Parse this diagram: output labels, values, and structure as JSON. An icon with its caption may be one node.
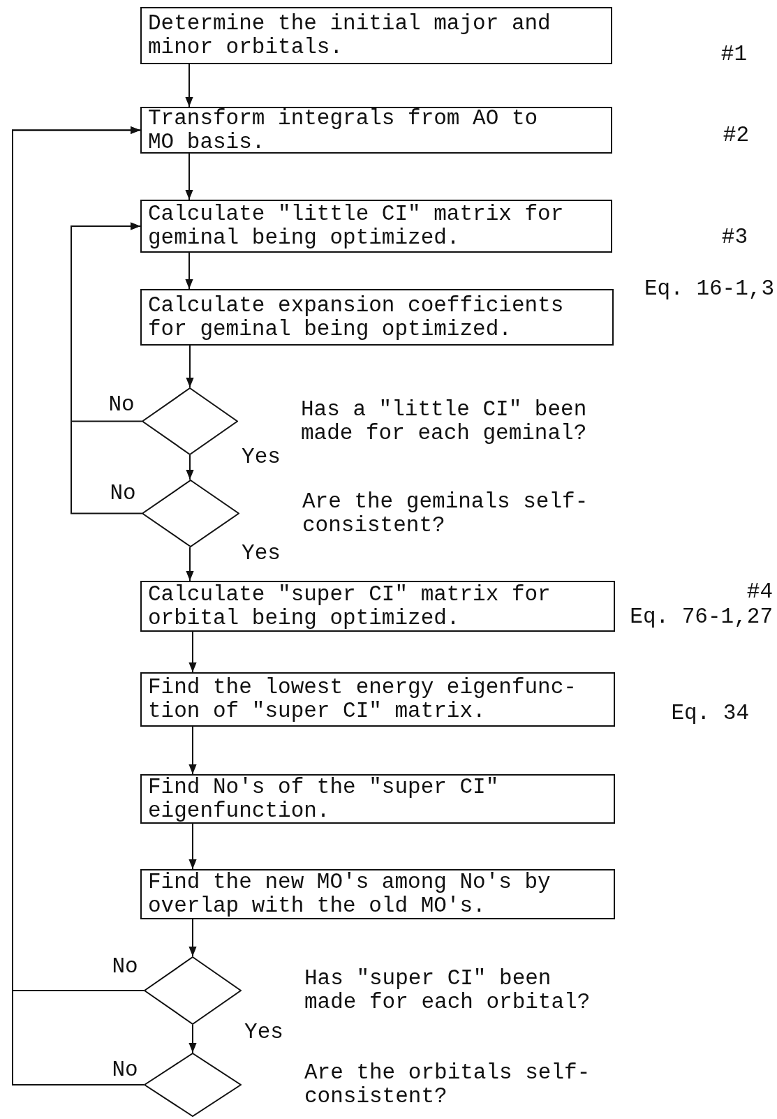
{
  "diagram": {
    "nodes": [
      {
        "text": [
          "Determine the initial major and minor orbitals."
        ]
      },
      {
        "text": [
          "Transform integrals from AO to MO basis."
        ]
      },
      {
        "text": [
          "Calculate \"little CI\" matrix for geminal being optimized."
        ]
      },
      {
        "text": [
          "Calculate expansion coefficients for geminal being optimized."
        ]
      },
      {
        "text": [],
        "shape": "diamond",
        "beside": [
          "Has a \"little CI\" been made for each geminal?"
        ]
      },
      {
        "text": [],
        "shape": "diamond",
        "beside": [
          "Are the geminals self- consistent?"
        ]
      },
      {
        "text": [
          "Calculate \"super CI\" matrix for orbital being optimized."
        ]
      },
      {
        "text": [
          "Find the lowest energy eigenfunc- tion of \"super CI\" matrix."
        ]
      },
      {
        "text": [
          "Find No's of the \"super CI\" eigenfunction."
        ]
      },
      {
        "text": [
          "Find the new MO's among No's by overlap with the old MO's."
        ]
      },
      {
        "text": [],
        "shape": "diamond",
        "beside": [
          "Has \"super CI\" been made for each orbital?"
        ]
      },
      {
        "text": [],
        "shape": "diamond",
        "beside": [
          "Are the orbitals self- consistent?"
        ]
      }
    ],
    "edges": [
      {
        "from": 0,
        "to": 1,
        "arrow": "to"
      },
      {
        "from": 1,
        "to": 2,
        "arrow": "to"
      },
      {
        "from": 2,
        "to": 3,
        "arrow": "to"
      },
      {
        "from": 3,
        "to": 4,
        "arrow": "to"
      },
      {
        "from": 4,
        "to": 5,
        "arrow": "to",
        "label": "Yes"
      },
      {
        "from": 4,
        "to": 2,
        "arrow": "to",
        "label": "No"
      },
      {
        "from": 5,
        "to": 6,
        "arrow": "to",
        "label": "Yes"
      },
      {
        "from": 5,
        "to": 2,
        "arrow": "to",
        "label": "No"
      },
      {
        "from": 6,
        "to": 7,
        "arrow": "to"
      },
      {
        "from": 7,
        "to": 8,
        "arrow": "to"
      },
      {
        "from": 8,
        "to": 9,
        "arrow": "to"
      },
      {
        "from": 9,
        "to": 10,
        "arrow": "to"
      },
      {
        "from": 10,
        "to": 11,
        "arrow": "to",
        "label": "Yes"
      },
      {
        "from": 10,
        "to": 1,
        "arrow": "to",
        "label": "No"
      },
      {
        "from": 11,
        "to": 1,
        "arrow": "to",
        "label": "No"
      }
    ],
    "labels": [
      "#1",
      "#2",
      "#3",
      "Eq. 16-1,3",
      "#4",
      "Eq. 76-1,27",
      "Eq. 34"
    ]
  }
}
